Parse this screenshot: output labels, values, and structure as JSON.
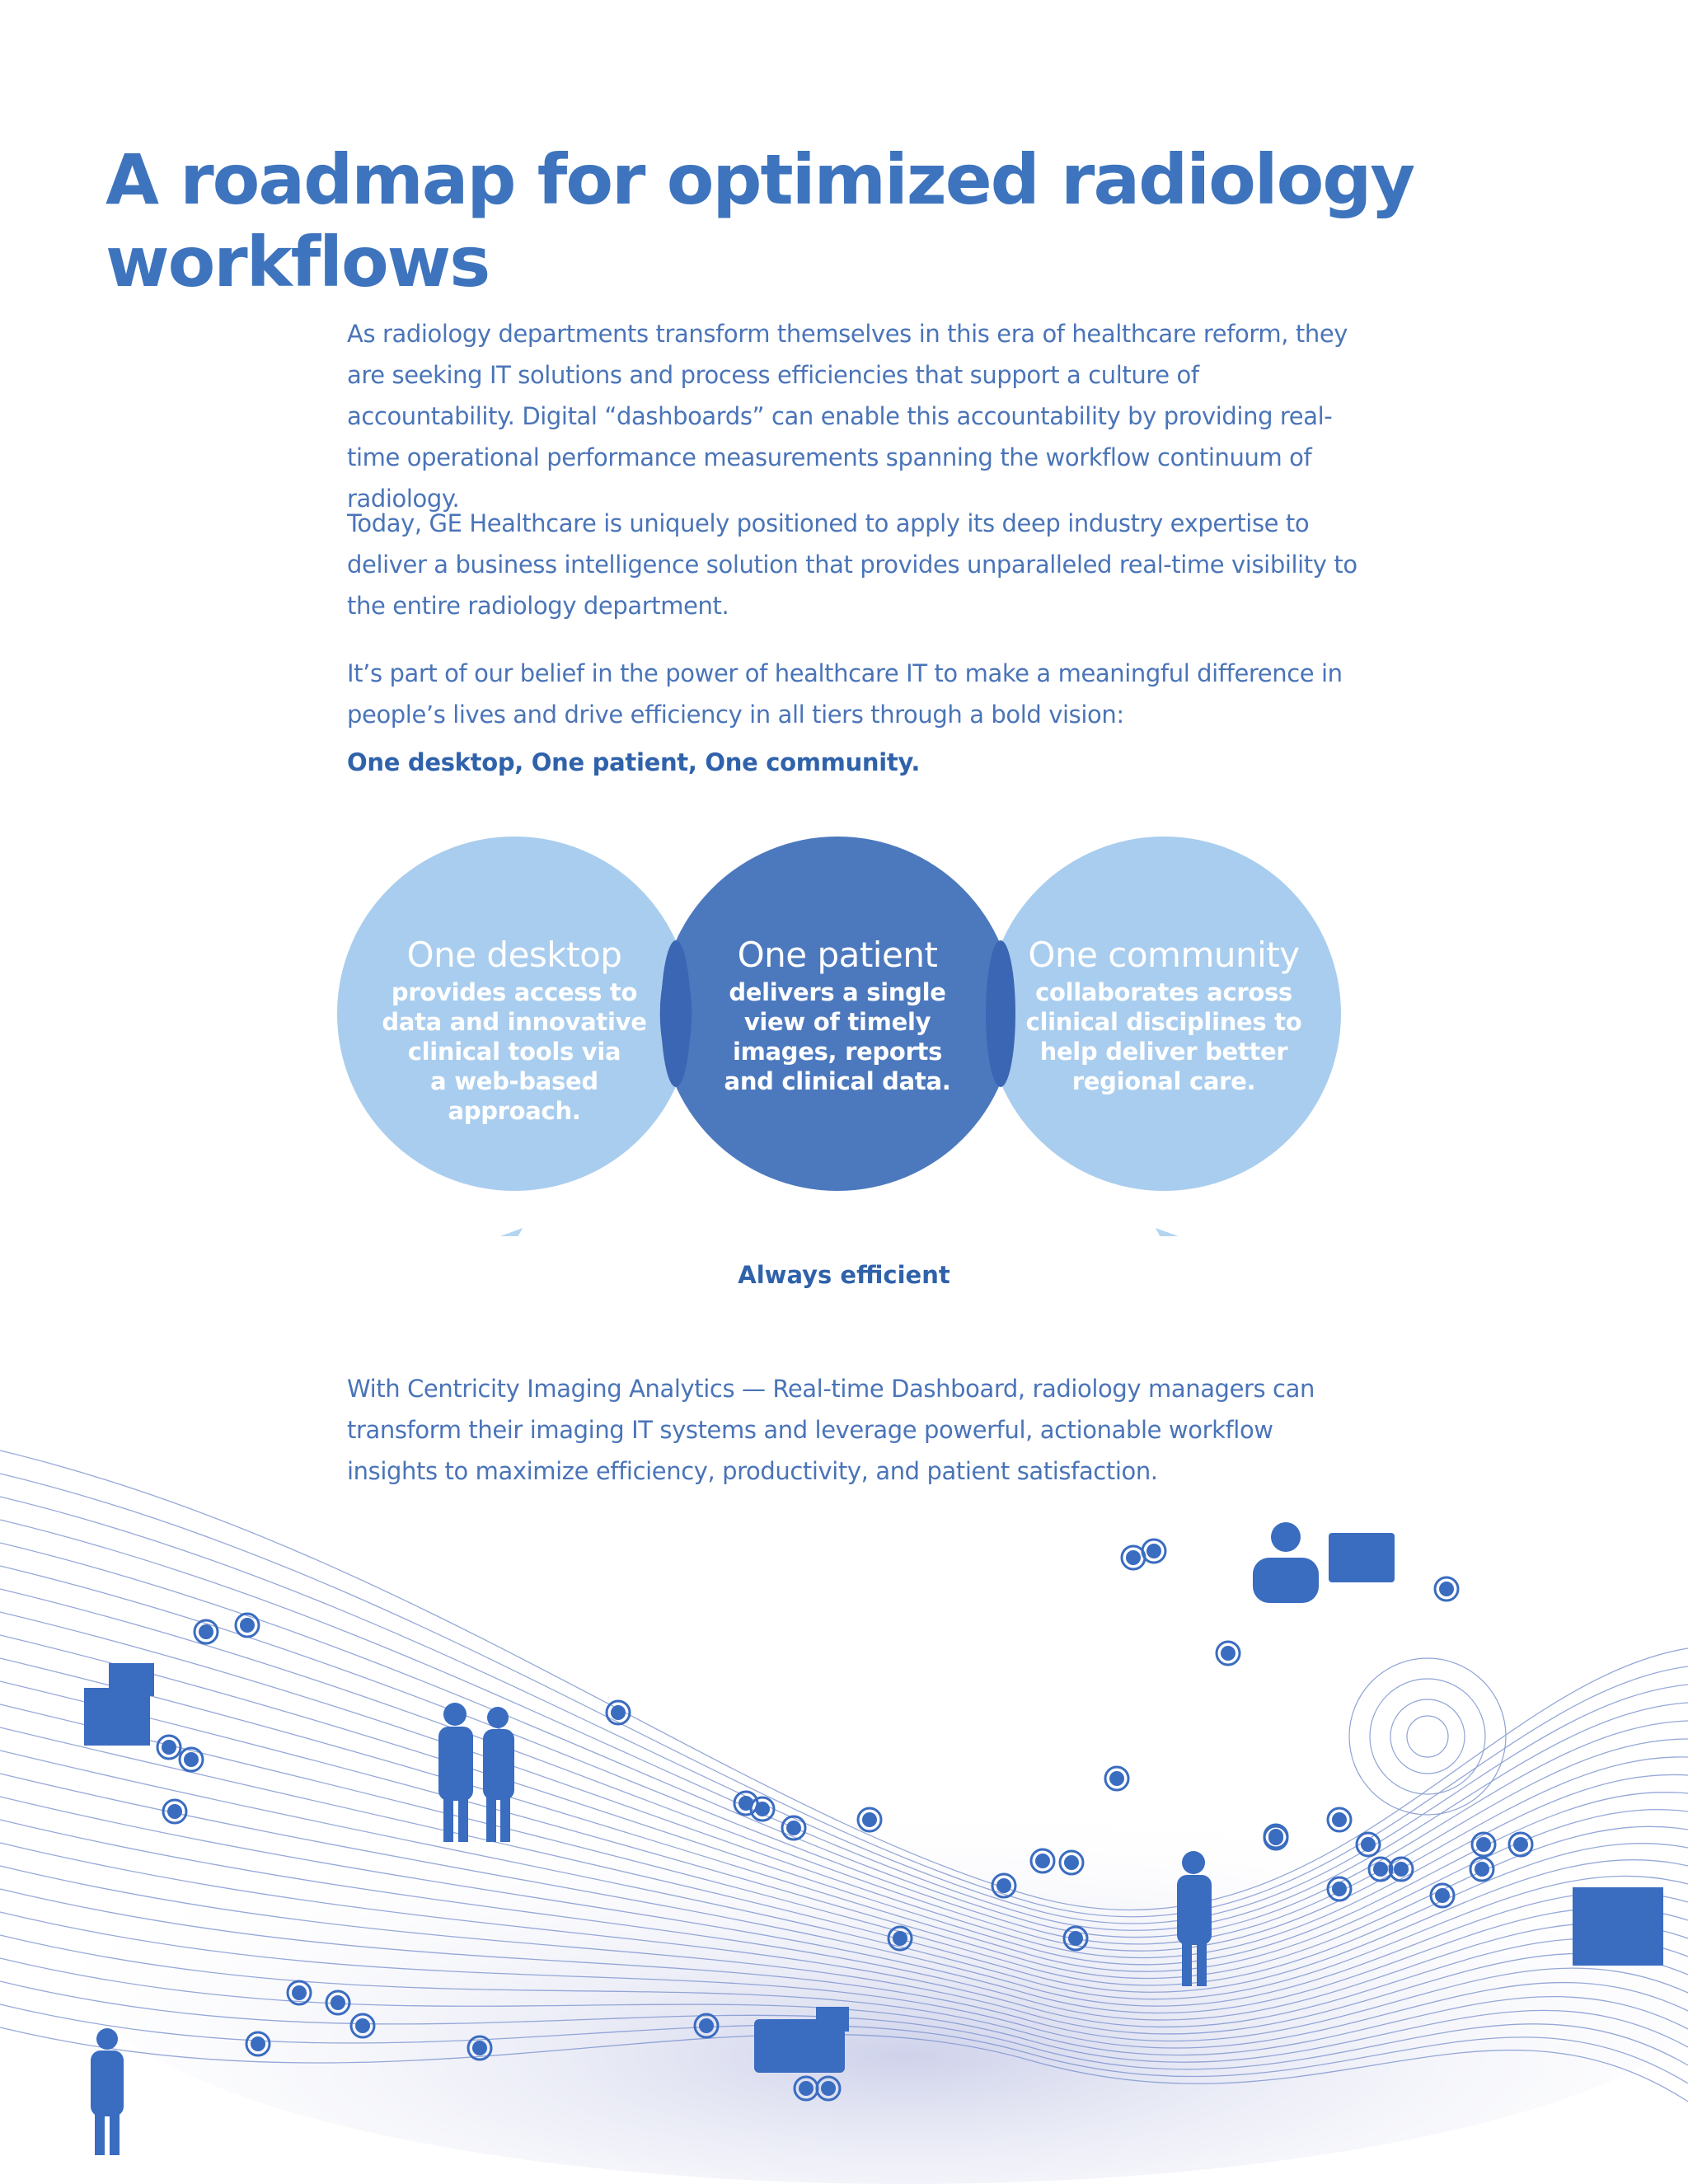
{
  "heading": "A roadmap for optimized radiology workflows",
  "paragraphs": [
    "As radiology departments transform themselves in this era of healthcare reform, they are seeking IT solutions and process efficiencies that support a culture of accountability. Digital “dashboards” can enable this accountability by providing real-time operational performance measurements spanning the workflow continuum of radiology.",
    "Today, GE Healthcare is uniquely positioned to apply its deep industry expertise to deliver a business intelligence solution that provides unparalleled real-time visibility to the entire radiology department.",
    "It’s part of our belief in the power of healthcare IT to make a meaningful difference in people’s lives and drive efficiency in all tiers through a bold vision:"
  ],
  "tagline": "One desktop, One patient, One community.",
  "circles": [
    {
      "title": "One desktop",
      "lines": [
        "provides access to",
        "data and innovative",
        "clinical tools via",
        "a web-based",
        "approach."
      ],
      "color": "#a9cdee"
    },
    {
      "title": "One patient",
      "lines": [
        "delivers a single",
        "view of timely",
        "images, reports",
        "and clinical data."
      ],
      "color": "#4c79be"
    },
    {
      "title": "One community",
      "lines": [
        "collaborates across",
        "clinical disciplines to",
        "help deliver better",
        "regional care."
      ],
      "color": "#a9cdee"
    }
  ],
  "arrow_label": "Always efficient",
  "closing_paragraph": "With Centricity Imaging Analytics — Real-time Dashboard, radiology managers can transform their imaging IT systems and leverage powerful, actionable workflow insights to maximize efficiency, productivity, and patient satisfaction.",
  "colors": {
    "heading": "#3d74bd",
    "text": "#4a74b8",
    "circle_light": "#a9cdee",
    "circle_dark": "#4c79be",
    "circle_overlap": "#3a66b3",
    "arrow": "#b4d4f0",
    "illustration": "#3a6cc0"
  }
}
